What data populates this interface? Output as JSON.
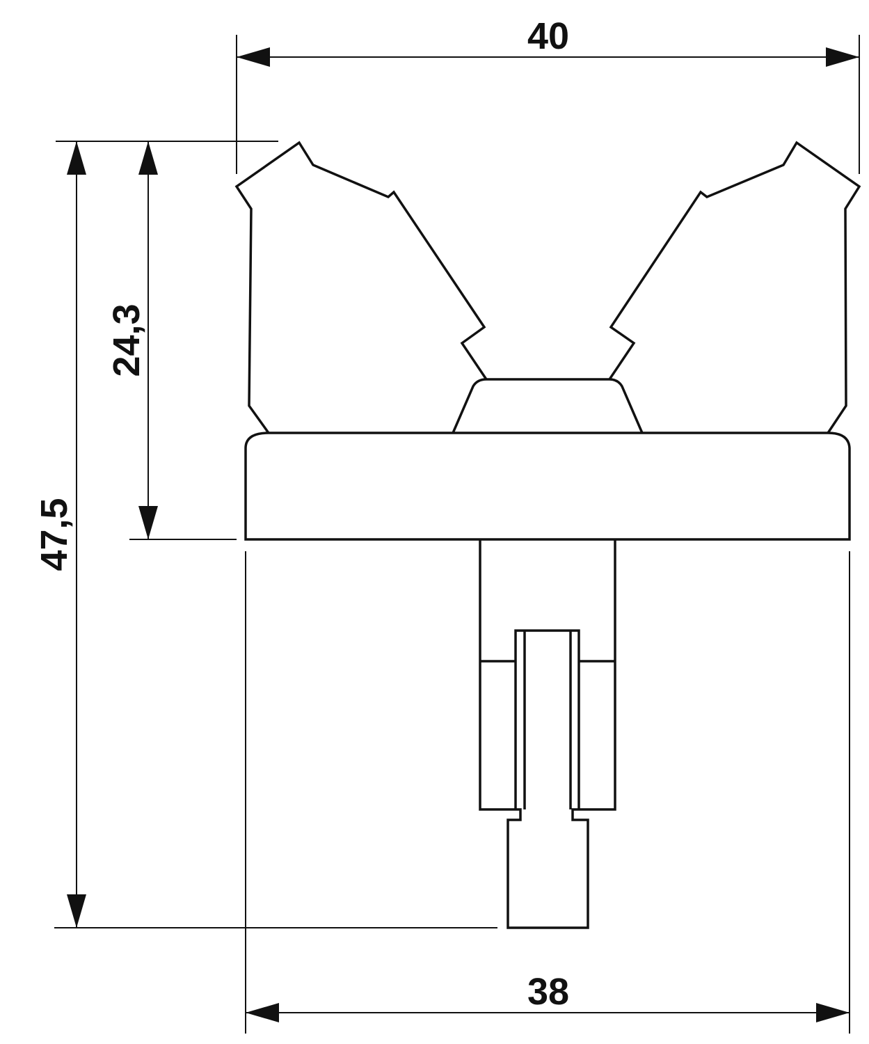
{
  "drawing": {
    "dimensions": {
      "top_width": "40",
      "bottom_width": "38",
      "total_height": "47,5",
      "upper_height": "24,3"
    },
    "colors": {
      "line": "#111111",
      "background": "#ffffff"
    }
  }
}
